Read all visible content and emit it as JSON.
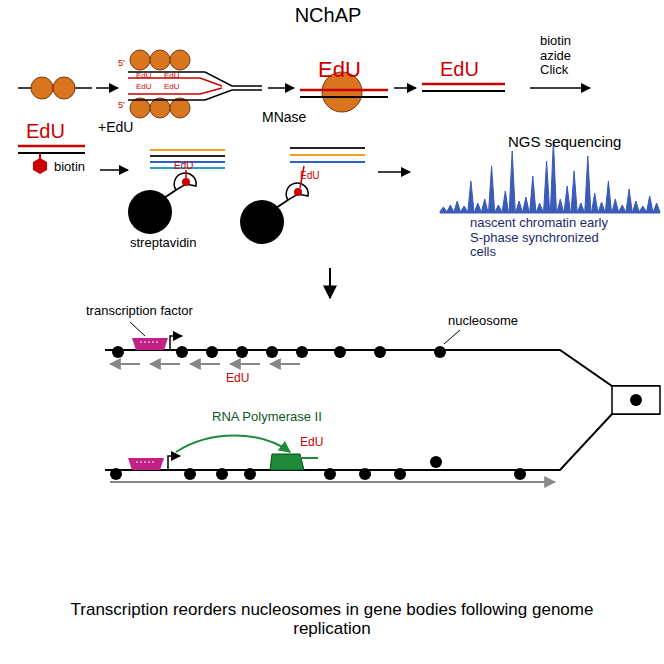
{
  "diagram": {
    "title": "NChAP",
    "caption": "Transcription reorders nucleosomes in gene bodies following genome replication",
    "labels": [
      "5'",
      "EdU",
      "EdU",
      "5'",
      "EdU",
      "EdU",
      "+EdU",
      "MNase",
      "EdU",
      "EdU",
      "biotin azide Click",
      "EdU",
      "biotin",
      "streptavidin",
      "EdU",
      "EdU",
      "NGS sequencing",
      "nascent chromatin early S-phase synchronized cells",
      "transcription factor",
      "nucleosome",
      "EdU",
      "RNA Polymerase II",
      "EdU"
    ]
  }
}
